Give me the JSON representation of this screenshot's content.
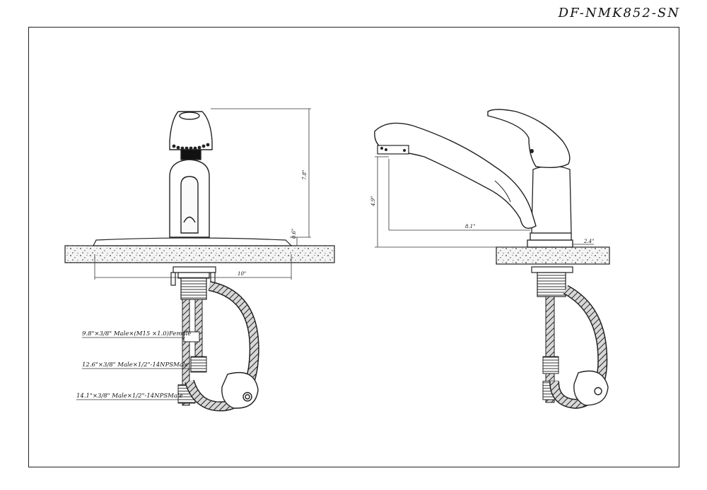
{
  "header": {
    "model_code": "DF-NMK852-SN"
  },
  "dimensions": {
    "front_height": "7.8\"",
    "front_base_height": "0.6\"",
    "front_deck_width": "10\"",
    "side_spout_height": "4.9\"",
    "side_spout_reach": "8.1\"",
    "side_base_offset": "2.4\""
  },
  "hose_specs": [
    "9.8\"×3/8\" Male×(M15 ×1.0)Female",
    "12.6\"×3/8\" Male×1/2\"-14NPSMale",
    "14.1\"×3/8\" Male×1/2\"-14NPSMale"
  ]
}
